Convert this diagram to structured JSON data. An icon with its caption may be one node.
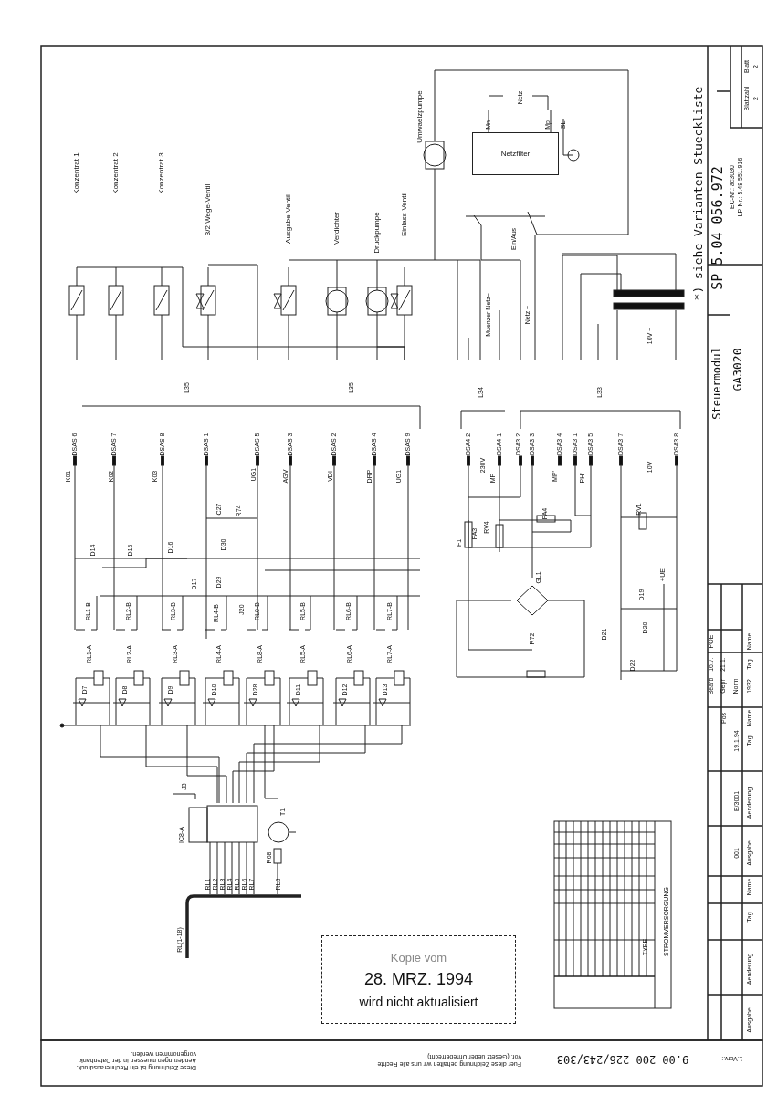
{
  "diagram": {
    "nodes": [
      {
        "text": [
          "Netzfilter"
        ]
      },
      {
        "text": [
          "Kopie vom",
          "28. MRZ. 1994",
          "wird nicht aktualisiert"
        ]
      }
    ],
    "labels": [
      "Konzentrat 1",
      "Konzentrat 2",
      "Konzentrat 3",
      "3/2 Wege-Ventil",
      "Ausgabe-Ventil",
      "Verdichter",
      "Druckpumpe",
      "Einlass-Ventil",
      "Umwaelzpumpe",
      "~ Netz",
      "Mn",
      "Mp",
      "SL",
      "Ein/Aus",
      "Muenzer Netz~",
      "Netz ~",
      "10V ~",
      "*) siehe Varianten-Stueckliste",
      "SP 5.04 056.972",
      "Steuermodul",
      "GA3020",
      "EC-Nr.: ac3030",
      "LP-Nr.: 5.48 551.916",
      "Blattzahl",
      "2",
      "Blatt",
      "2",
      "L35",
      "L35",
      "L34",
      "L33",
      "DSAS 6",
      "DSAS 7",
      "DSAS 8",
      "DSAS 1",
      "DSAS 5",
      "DSAS 3",
      "DSAS 2",
      "DSAS 4",
      "DSAS 9",
      "DSA4 2",
      "DSA4 1",
      "DSA3 2",
      "DSA3 3",
      "DSA3 4",
      "DSA3 1",
      "DSA3 5",
      "DSA3 7",
      "DSA3 8",
      "K01",
      "K02",
      "K03",
      "UG1",
      "AGV",
      "VDI",
      "DRP",
      "UG1",
      "230V",
      "MP",
      "MP'",
      "PH'",
      "10V",
      "C27",
      "R74",
      "D14",
      "D15",
      "D16",
      "D30",
      "D17",
      "D29",
      "J20",
      "RL1-B",
      "RL2-B",
      "RL3-B",
      "RL4-B",
      "RL8-B",
      "RL5-B",
      "RL6-B",
      "RL7-B",
      "RL1-A",
      "RL2-A",
      "RL3-A",
      "RL4-A",
      "RL8-A",
      "RL5-A",
      "RL6-A",
      "RL7-A",
      "D7",
      "D8",
      "D9",
      "D10",
      "D28",
      "D11",
      "D12",
      "D13",
      "F1",
      "FA3",
      "RV4",
      "FA4",
      "GL1",
      "R72",
      "RV1",
      "+UE",
      "D19",
      "D20",
      "D21",
      "D22",
      "IC8-A",
      "T1",
      "R68",
      "J3",
      "RL1",
      "RL2",
      "RL3",
      "RL4",
      "RL5",
      "RL6",
      "RL7",
      "RL8",
      "RL(1-18)",
      "Bearb",
      "16.7.",
      "POE",
      "Gepr",
      "21.1.",
      "Norm",
      "1932",
      "Tag",
      "Name",
      "Pos",
      "19.1.94",
      "Tag",
      "Name",
      "E/3001",
      "Aenderung",
      "001",
      "Ausgabe",
      "Name",
      "Tag",
      "Aenderung",
      "Ausgabe",
      "STROMVERSORGUNG",
      "TYPE",
      "9.00 200 226/243/303",
      "1.Verv.:",
      "Fuer diese Zeichnung behalten wir uns alle Rechte vor. (Gesetz ueber Urheberrecht)",
      "Diese Zeichnung ist ein Rechnerausdruck. Aenderungen muessen in der Datenbank vorgenommen werden."
    ]
  }
}
